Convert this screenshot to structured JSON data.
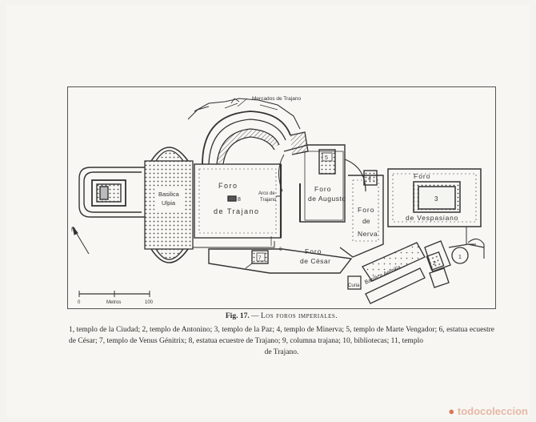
{
  "map": {
    "label_mercados": "Mercados de Trajano",
    "label_foro_trajano_1": "Foro",
    "label_foro_trajano_2": "de Trajano",
    "label_num_8": "8",
    "label_basilica_1": "Basilica",
    "label_basilica_2": "Ulpia",
    "label_arco_1": "Arco de",
    "label_arco_2": "Trajano",
    "label_foro_augusto_1": "Foro",
    "label_foro_augusto_2": "de Augusto",
    "label_num_5": "5",
    "label_num_4": "4",
    "label_foro_nerva_1": "Foro",
    "label_foro_nerva_2": "de",
    "label_foro_nerva_3": "Nerva",
    "label_foro_vespasiano_1": "Foro",
    "label_foro_vespasiano_2": "de Vespasiano",
    "label_num_3": "3",
    "label_foro_cesar_1": "Foro",
    "label_foro_cesar_2": "de César",
    "label_num_7": "7",
    "label_num_6": "6",
    "label_num_2": "2",
    "label_num_1": "1",
    "label_curia": "Curia",
    "label_basilica_aemilia": "Basilica Aemilia",
    "north_label": "N",
    "scale_start": "0",
    "scale_unit": "Metros",
    "scale_end": "100"
  },
  "caption": {
    "fig_number": "Fig. 17.",
    "fig_dash": " — ",
    "fig_title": "Los foros imperiales.",
    "legend_text": "1, templo de la Ciudad; 2, templo de Antonino; 3, templo de la Paz; 4, templo de Minerva; 5, templo de Marte Vengador; 6, estatua ecuestre de César; 7, templo de Venus Génitrix; 8, estatua ecuestre de Trajano; 9, columna trajana; 10, bibliotecas; 11, templo",
    "legend_last": "de Trajano."
  },
  "watermark": {
    "brand": "todocoleccion",
    "dot": "●"
  }
}
